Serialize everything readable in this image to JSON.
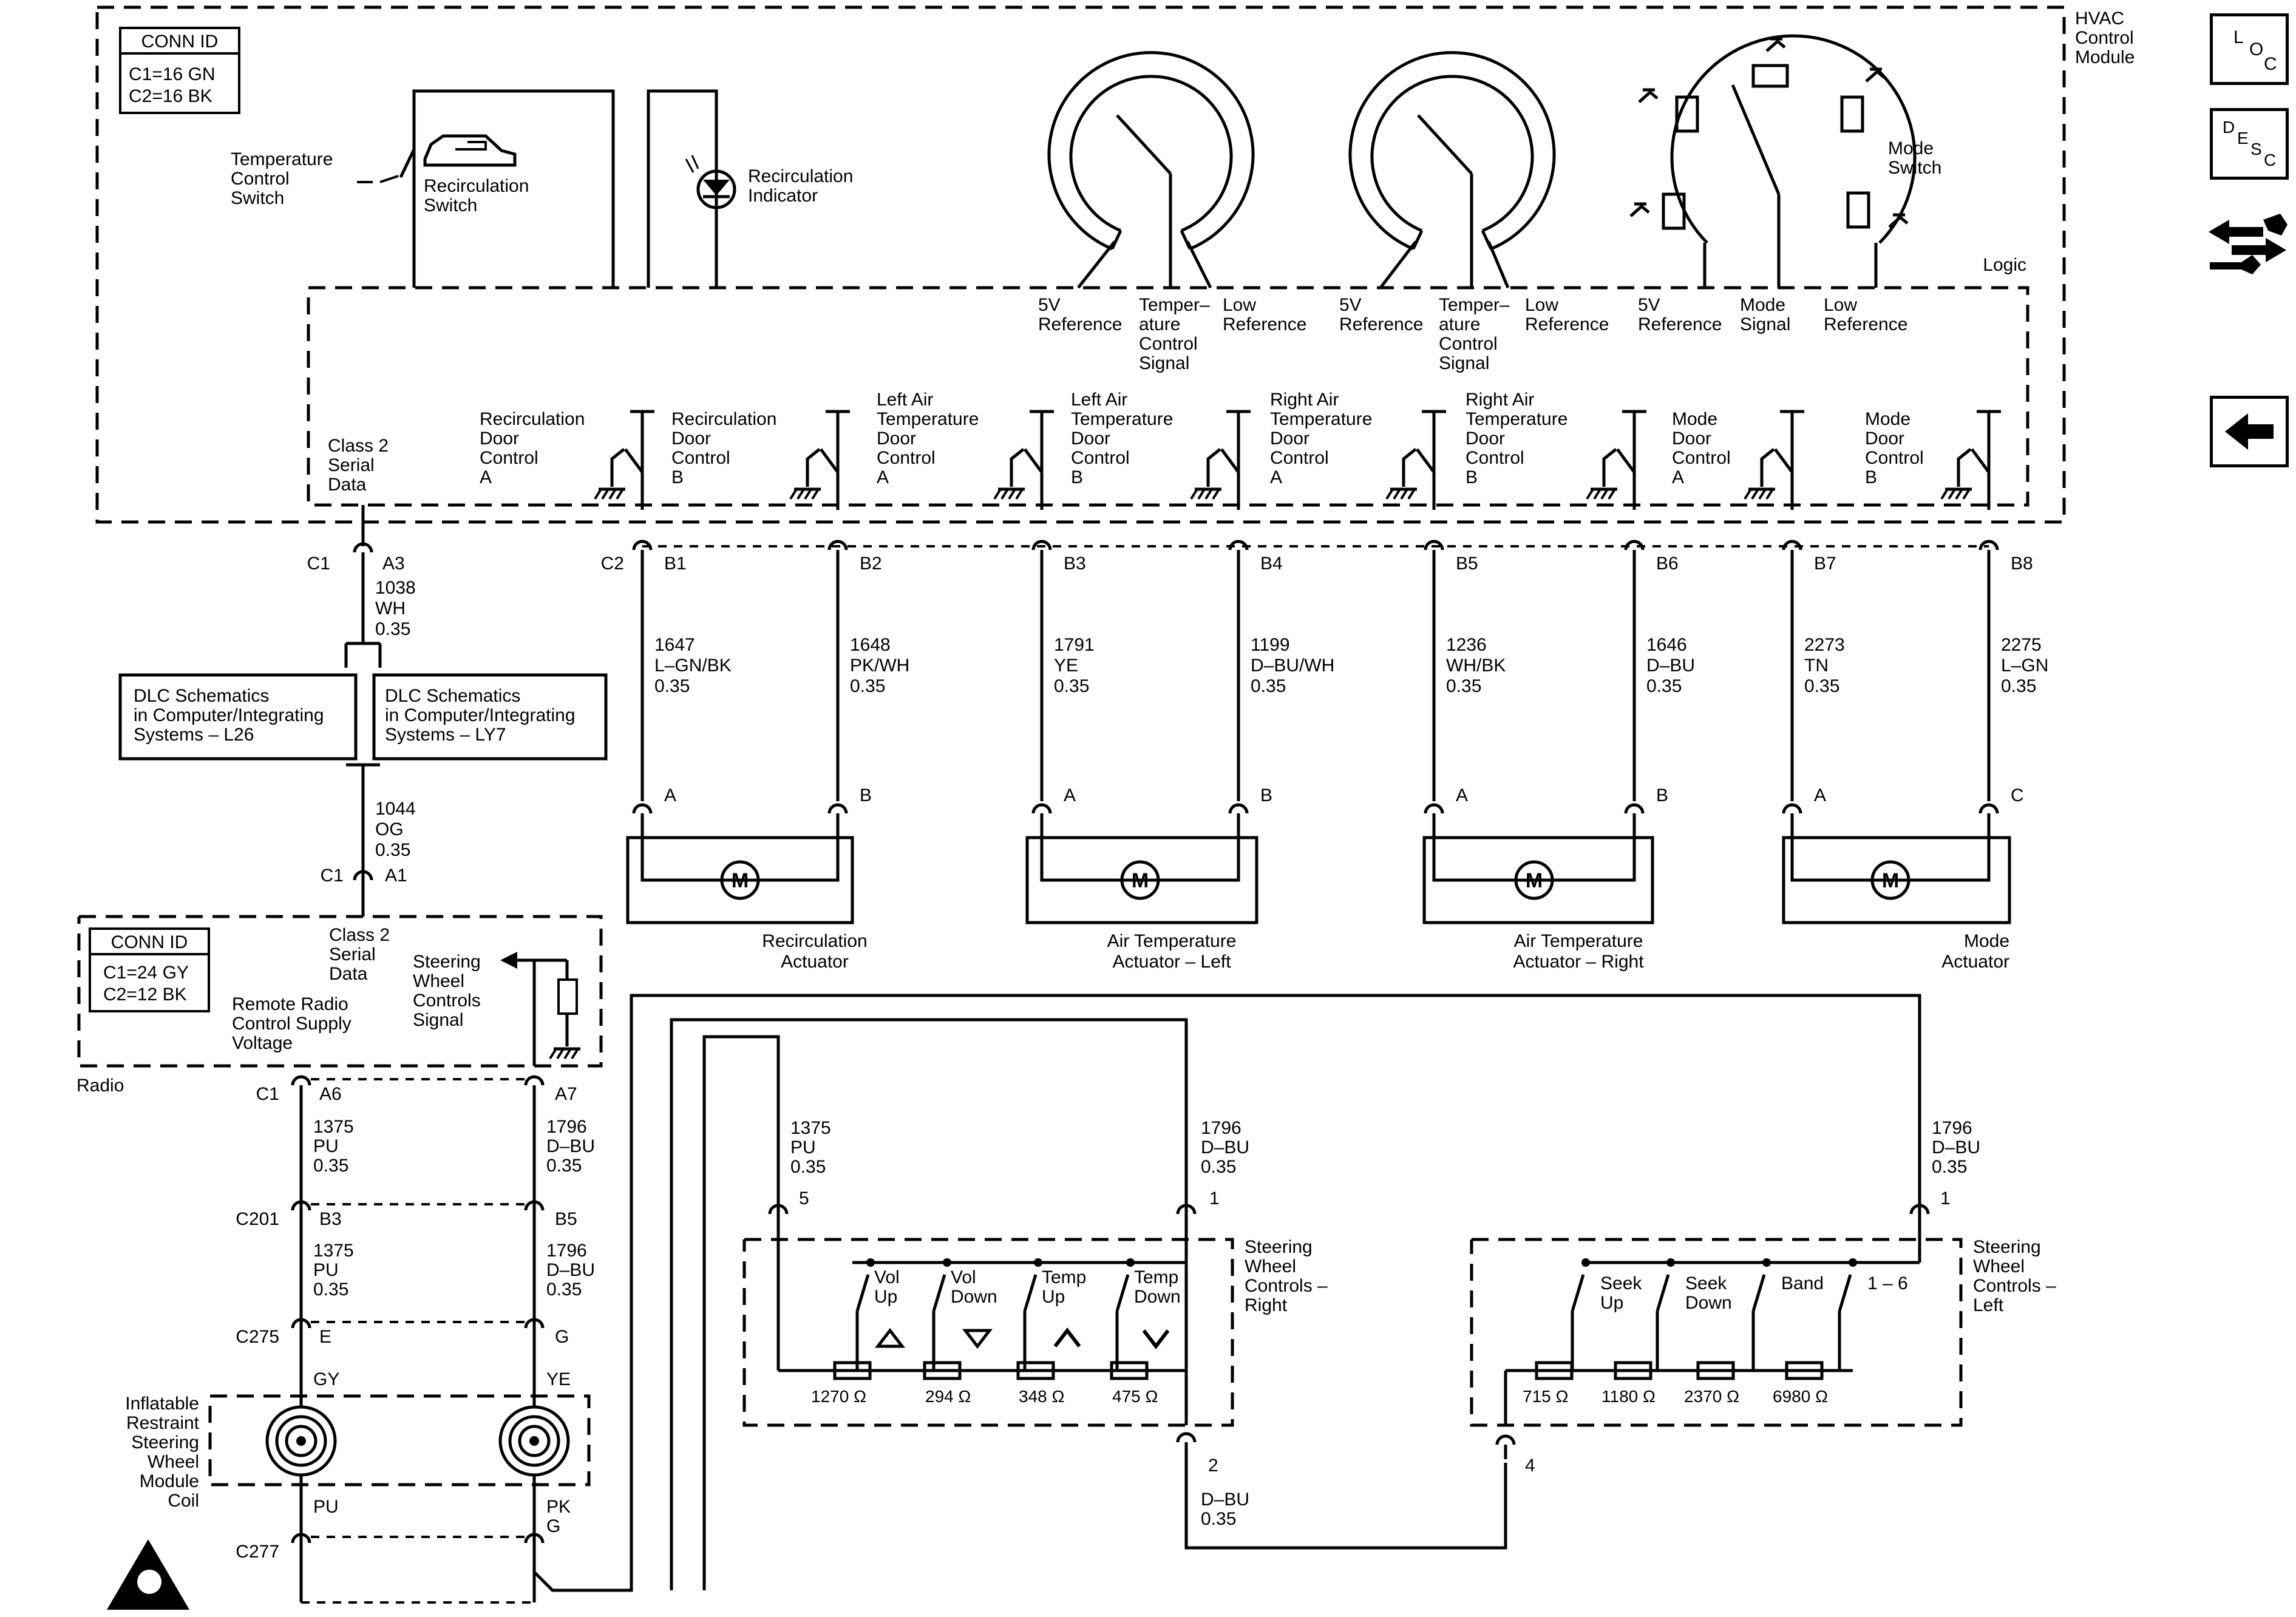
{
  "module_conn_id": {
    "title": "CONN ID",
    "c1": "C1=16 GN",
    "c2": "C2=16 BK"
  },
  "module_title": [
    "HVAC",
    "Control",
    "Module"
  ],
  "logic_label": "Logic",
  "temp_ctrl_switch": [
    "Temperature",
    "Control",
    "Switch"
  ],
  "recirc_switch": [
    "Recirculation",
    "Switch"
  ],
  "recirc_indicator": [
    "Recirculation",
    "Indicator"
  ],
  "mode_switch": [
    "Mode",
    "Switch"
  ],
  "ref_labels": {
    "five_v": [
      "5V",
      "Reference"
    ],
    "temp_signal": [
      "Temper–",
      "ature",
      "Control",
      "Signal"
    ],
    "low_ref": [
      "Low",
      "Reference"
    ],
    "mode_signal": [
      "Mode",
      "Signal"
    ]
  },
  "class2": [
    "Class 2",
    "Serial",
    "Data"
  ],
  "door_controls": [
    [
      "Recirculation",
      "Door",
      "Control",
      "A"
    ],
    [
      "Recirculation",
      "Door",
      "Control",
      "B"
    ],
    [
      "Left Air",
      "Temperature",
      "Door",
      "Control",
      "A"
    ],
    [
      "Left Air",
      "Temperature",
      "Door",
      "Control",
      "B"
    ],
    [
      "Right Air",
      "Temperature",
      "Door",
      "Control",
      "A"
    ],
    [
      "Right Air",
      "Temperature",
      "Door",
      "Control",
      "B"
    ],
    [
      "Mode",
      "Door",
      "Control",
      "A"
    ],
    [
      "Mode",
      "Door",
      "Control",
      "B"
    ]
  ],
  "connectors": {
    "c1": "C1",
    "c2": "C2",
    "a3": "A3",
    "a1": "A1",
    "pins": [
      "B1",
      "B2",
      "B3",
      "B4",
      "B5",
      "B6",
      "B7",
      "B8"
    ]
  },
  "wires": [
    [
      "1647",
      "L–GN/BK",
      "0.35"
    ],
    [
      "1648",
      "PK/WH",
      "0.35"
    ],
    [
      "1791",
      "YE",
      "0.35"
    ],
    [
      "1199",
      "D–BU/WH",
      "0.35"
    ],
    [
      "1236",
      "WH/BK",
      "0.35"
    ],
    [
      "1646",
      "D–BU",
      "0.35"
    ],
    [
      "2273",
      "TN",
      "0.35"
    ],
    [
      "2275",
      "L–GN",
      "0.35"
    ]
  ],
  "wire_a3": [
    "1038",
    "WH",
    "0.35"
  ],
  "wire_a1": [
    "1044",
    "OG",
    "0.35"
  ],
  "dlc_boxes": [
    [
      "DLC Schematics",
      "in Computer/Integrating",
      "Systems – L26"
    ],
    [
      "DLC Schematics",
      "in Computer/Integrating",
      "Systems – LY7"
    ]
  ],
  "actuators": [
    {
      "name": [
        "Recirculation",
        "Actuator"
      ],
      "pins": [
        "A",
        "B"
      ]
    },
    {
      "name": [
        "Air Temperature",
        "Actuator – Left"
      ],
      "pins": [
        "A",
        "B"
      ]
    },
    {
      "name": [
        "Air Temperature",
        "Actuator – Right"
      ],
      "pins": [
        "A",
        "B"
      ]
    },
    {
      "name": [
        "Mode",
        "Actuator"
      ],
      "pins": [
        "A",
        "C"
      ]
    }
  ],
  "motor_symbol": "M",
  "radio": {
    "conn_id": {
      "title": "CONN ID",
      "c1": "C1=24 GY",
      "c2": "C2=12 BK"
    },
    "label": "Radio",
    "class2": [
      "Class 2",
      "Serial",
      "Data"
    ],
    "supply": [
      "Remote Radio",
      "Control Supply",
      "Voltage"
    ],
    "signal": [
      "Steering",
      "Wheel",
      "Controls",
      "Signal"
    ]
  },
  "lower_connectors": {
    "c1": "C1",
    "a6": "A6",
    "a7": "A7",
    "c201": "C201",
    "b3": "B3",
    "b5": "B5",
    "c275": "C275",
    "e": "E",
    "g": "G",
    "c277": "C277"
  },
  "lower_wires": {
    "w1375": [
      "1375",
      "PU",
      "0.35"
    ],
    "w1796": [
      "1796",
      "D–BU",
      "0.35"
    ],
    "gy": "GY",
    "ye": "YE",
    "pu": "PU",
    "pk": [
      "PK",
      "G"
    ]
  },
  "coil_label": [
    "Inflatable",
    "Restraint",
    "Steering",
    "Wheel",
    "Module",
    "Coil"
  ],
  "swc_right": {
    "title": [
      "Steering",
      "Wheel",
      "Controls –",
      "Right"
    ],
    "buttons": [
      [
        "Vol",
        "Up"
      ],
      [
        "Vol",
        "Down"
      ],
      [
        "Temp",
        "Up"
      ],
      [
        "Temp",
        "Down"
      ]
    ],
    "resistors": [
      "1270 Ω",
      "294 Ω",
      "348 Ω",
      "475 Ω"
    ],
    "pins": {
      "p5": "5",
      "p1": "1",
      "p2": "2"
    }
  },
  "swc_left": {
    "title": [
      "Steering",
      "Wheel",
      "Controls –",
      "Left"
    ],
    "buttons": [
      [
        "Seek",
        "Up"
      ],
      [
        "Seek",
        "Down"
      ],
      [
        "Band"
      ],
      [
        "1 – 6"
      ]
    ],
    "resistors": [
      "715 Ω",
      "1180 Ω",
      "2370 Ω",
      "6980 Ω"
    ],
    "pins": {
      "p1": "1",
      "p4": "4"
    }
  },
  "bottom_wire": [
    "D–BU",
    "0.35"
  ],
  "sidebar": {
    "loc": [
      "L",
      "O",
      "C"
    ],
    "desc": [
      "D",
      "E",
      "S",
      "C"
    ]
  },
  "colors": {
    "line": "#000000",
    "background": "#ffffff"
  }
}
